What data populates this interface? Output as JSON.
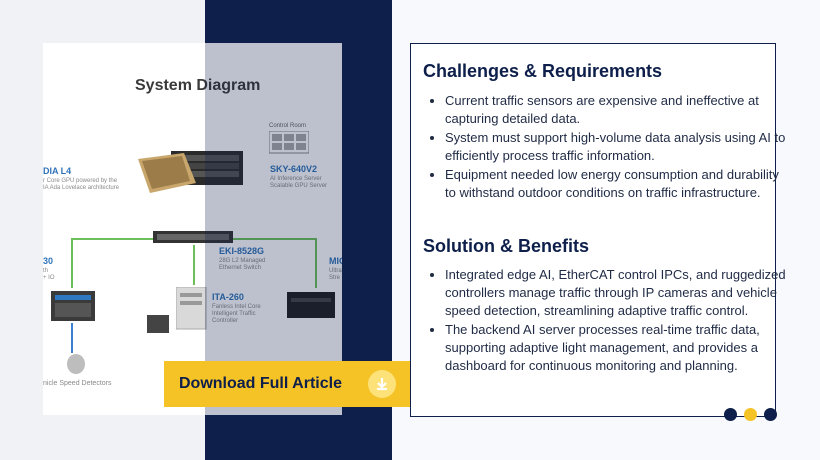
{
  "diagram": {
    "title": "System Diagram",
    "nodes": {
      "nvidia": {
        "label": "DIA L4",
        "sub1": "r Core GPU powered by the",
        "sub2": "IA Ada Lovelace architecture"
      },
      "sky": {
        "top": "Control Room",
        "label": "SKY-640V2",
        "sub1": "AI Inference Server",
        "sub2": "Scalable GPU Server"
      },
      "eki": {
        "label": "EKI-8528G",
        "sub1": "28G L2 Managed",
        "sub2": "Ethernet Switch"
      },
      "left_node": {
        "label": "30",
        "sub1": "th",
        "sub2": "+ IO"
      },
      "ita": {
        "label": "ITA-260",
        "sub1": "Fanless Intel Core",
        "sub2": "Intelligent Traffic",
        "sub3": "Controller"
      },
      "mic": {
        "label": "MIC",
        "sub1": "Ultra",
        "sub2": "Stre"
      },
      "speed": {
        "label": "nicle Speed Detectors"
      }
    }
  },
  "challenges": {
    "title": "Challenges & Requirements",
    "items": [
      "Current traffic sensors are expensive and ineffective at capturing detailed data.",
      "System must support high-volume data analysis using AI to efficiently process traffic information.",
      "Equipment needed low energy consumption and durability to withstand outdoor conditions on traffic infrastructure."
    ]
  },
  "solution": {
    "title": "Solution & Benefits",
    "items": [
      "Integrated edge AI, EtherCAT control IPCs, and ruggedized controllers manage traffic through IP cameras and vehicle speed detection, streamlining adaptive traffic control.",
      "The backend AI server processes real-time traffic data, supporting adaptive light management, and provides a dashboard for continuous monitoring and planning."
    ]
  },
  "download": {
    "label": "Download Full Article",
    "icon": "download-icon"
  },
  "colors": {
    "navy": "#0d1f4a",
    "gold": "#f6c327"
  }
}
